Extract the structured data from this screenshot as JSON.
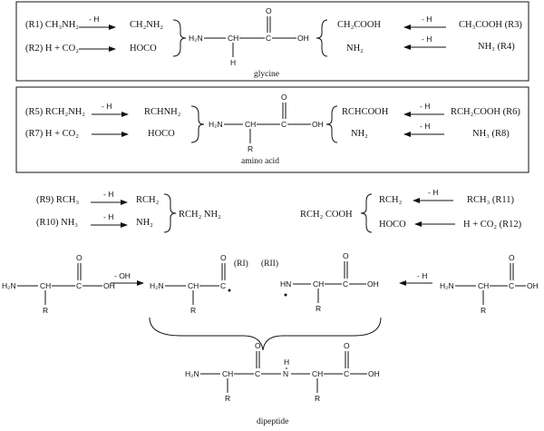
{
  "glycine_panel": {
    "r1": {
      "left": "(R1) CH₃NH₂",
      "cond": "- H",
      "right": "CH₂NH₂"
    },
    "r2": {
      "left": "(R2) H + CO₂",
      "right": "HOCO"
    },
    "r3": {
      "left": "CH₃COOH (R3)",
      "cond": "- H",
      "right": "CH₂COOH"
    },
    "r4": {
      "left": "NH₃ (R4)",
      "cond": "- H",
      "right": "NH₂"
    },
    "mol": {
      "h2n": "H₂N",
      "ch": "CH",
      "c": "C",
      "oh": "OH",
      "o": "O",
      "h": "H"
    },
    "name": "glycine"
  },
  "amino_panel": {
    "r5": {
      "left": "(R5) RCH₂NH₂",
      "cond": "- H",
      "right": "RCHNH₂"
    },
    "r7": {
      "left": "(R7) H + CO₂",
      "right": "HOCO"
    },
    "r6": {
      "left": "RCH₂COOH (R6)",
      "cond": "- H",
      "right": "RCHCOOH"
    },
    "r8": {
      "left": "NH₃ (R8)",
      "cond": "- H",
      "right": "NH₂"
    },
    "mol": {
      "h2n": "H₂N",
      "ch": "CH",
      "c": "C",
      "oh": "OH",
      "o": "O",
      "r": "R"
    },
    "name": "amino acid"
  },
  "radicals": {
    "r9": {
      "left": "(R9) RCH₃",
      "cond": "- H",
      "right": "RCH₂"
    },
    "r10": {
      "left": "(R10) NH₃",
      "cond": "- H",
      "right": "NH₂"
    },
    "combo_left": "RCH₂ NH₂",
    "r11": {
      "left": "RCH₃ (R11)",
      "cond": "- H",
      "right": "RCH₂"
    },
    "r12": {
      "left": "H + CO₂ (R12)",
      "right": "HOCO"
    },
    "combo_right": "RCH₂ COOH"
  },
  "dipeptide_panel": {
    "minus_oh": "- OH",
    "minus_h": "- H",
    "ri": "(RI)",
    "rii": "(RII)",
    "mol": {
      "h2n": "H₂N",
      "ch": "CH",
      "c": "C",
      "oh": "OH",
      "o": "O",
      "r": "R",
      "hn": "HN",
      "h": "H"
    },
    "name": "dipeptide"
  }
}
